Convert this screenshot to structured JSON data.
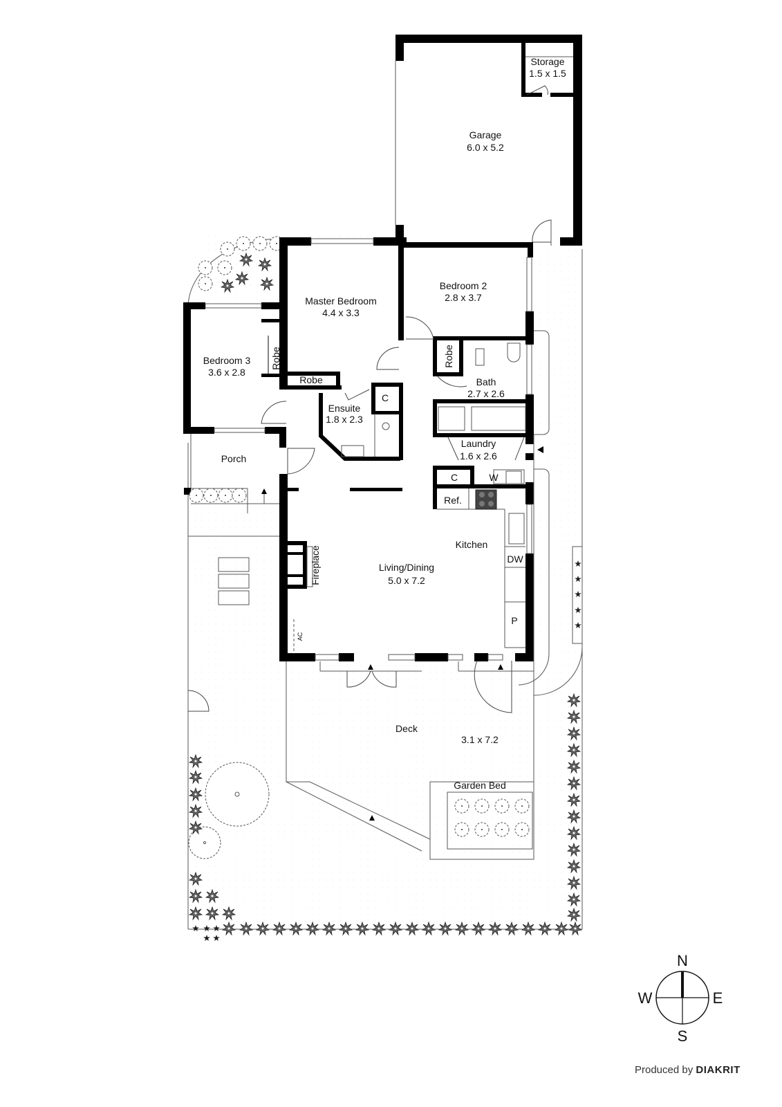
{
  "rooms": {
    "storage": {
      "name": "Storage",
      "dims": "1.5 x 1.5"
    },
    "garage": {
      "name": "Garage",
      "dims": "6.0 x 5.2"
    },
    "master_bedroom": {
      "name": "Master Bedroom",
      "dims": "4.4 x 3.3"
    },
    "bedroom2": {
      "name": "Bedroom 2",
      "dims": "2.8 x 3.7"
    },
    "bedroom3": {
      "name": "Bedroom 3",
      "dims": "3.6 x 2.8"
    },
    "bath": {
      "name": "Bath",
      "dims": "2.7 x 2.6"
    },
    "ensuite": {
      "name": "Ensuite",
      "dims": "1.8 x 2.3"
    },
    "laundry": {
      "name": "Laundry",
      "dims": "1.6 x 2.6"
    },
    "porch": {
      "name": "Porch"
    },
    "kitchen": {
      "name": "Kitchen"
    },
    "living_dining": {
      "name": "Living/Dining",
      "dims": "5.0 x 7.2"
    },
    "deck": {
      "name": "Deck",
      "dims": "3.1 x 7.2"
    },
    "garden_bed": {
      "name": "Garden Bed"
    }
  },
  "fixtures": {
    "robe_bed3": "Robe",
    "robe_master": "Robe",
    "robe_bed2": "Robe",
    "cupboard_ensuite": "C",
    "cupboard_laundry": "C",
    "washer": "W",
    "fridge": "Ref.",
    "dishwasher": "DW",
    "pantry": "P",
    "fireplace": "Fireplace",
    "air_conditioner": "AC"
  },
  "compass": {
    "north": "N",
    "south": "S",
    "east": "E",
    "west": "W"
  },
  "credit": {
    "prefix": "Produced by",
    "brand": "DIAKRIT"
  }
}
